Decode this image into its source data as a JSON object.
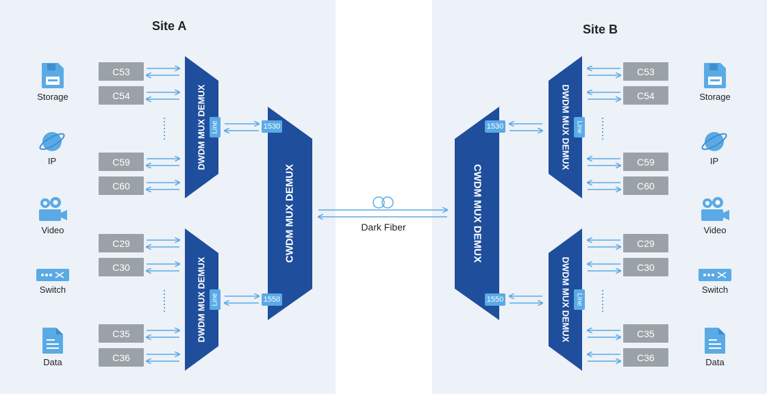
{
  "site_a": {
    "title": "Site A"
  },
  "site_b": {
    "title": "Site B"
  },
  "devices": [
    {
      "label": "Storage",
      "icon": "floppy-disk-icon"
    },
    {
      "label": "IP",
      "icon": "globe-icon"
    },
    {
      "label": "Video",
      "icon": "video-camera-icon"
    },
    {
      "label": "Switch",
      "icon": "network-switch-icon"
    },
    {
      "label": "Data",
      "icon": "document-icon"
    }
  ],
  "channels_top": [
    "C53",
    "C54",
    "C59",
    "C60"
  ],
  "channels_bottom": [
    "C29",
    "C30",
    "C35",
    "C36"
  ],
  "dwdm_label": "DWDM MUX DEMUX",
  "cwdm_label": "CWDM MUX DEMUX",
  "line_label": "Line",
  "port_top": "1530",
  "port_bottom": "1550",
  "fiber_label": "Dark Fiber",
  "colors": {
    "panel": "#edf1f8",
    "mux": "#1e4e9c",
    "accent": "#5aaae6",
    "channel": "#9aa2a8"
  }
}
